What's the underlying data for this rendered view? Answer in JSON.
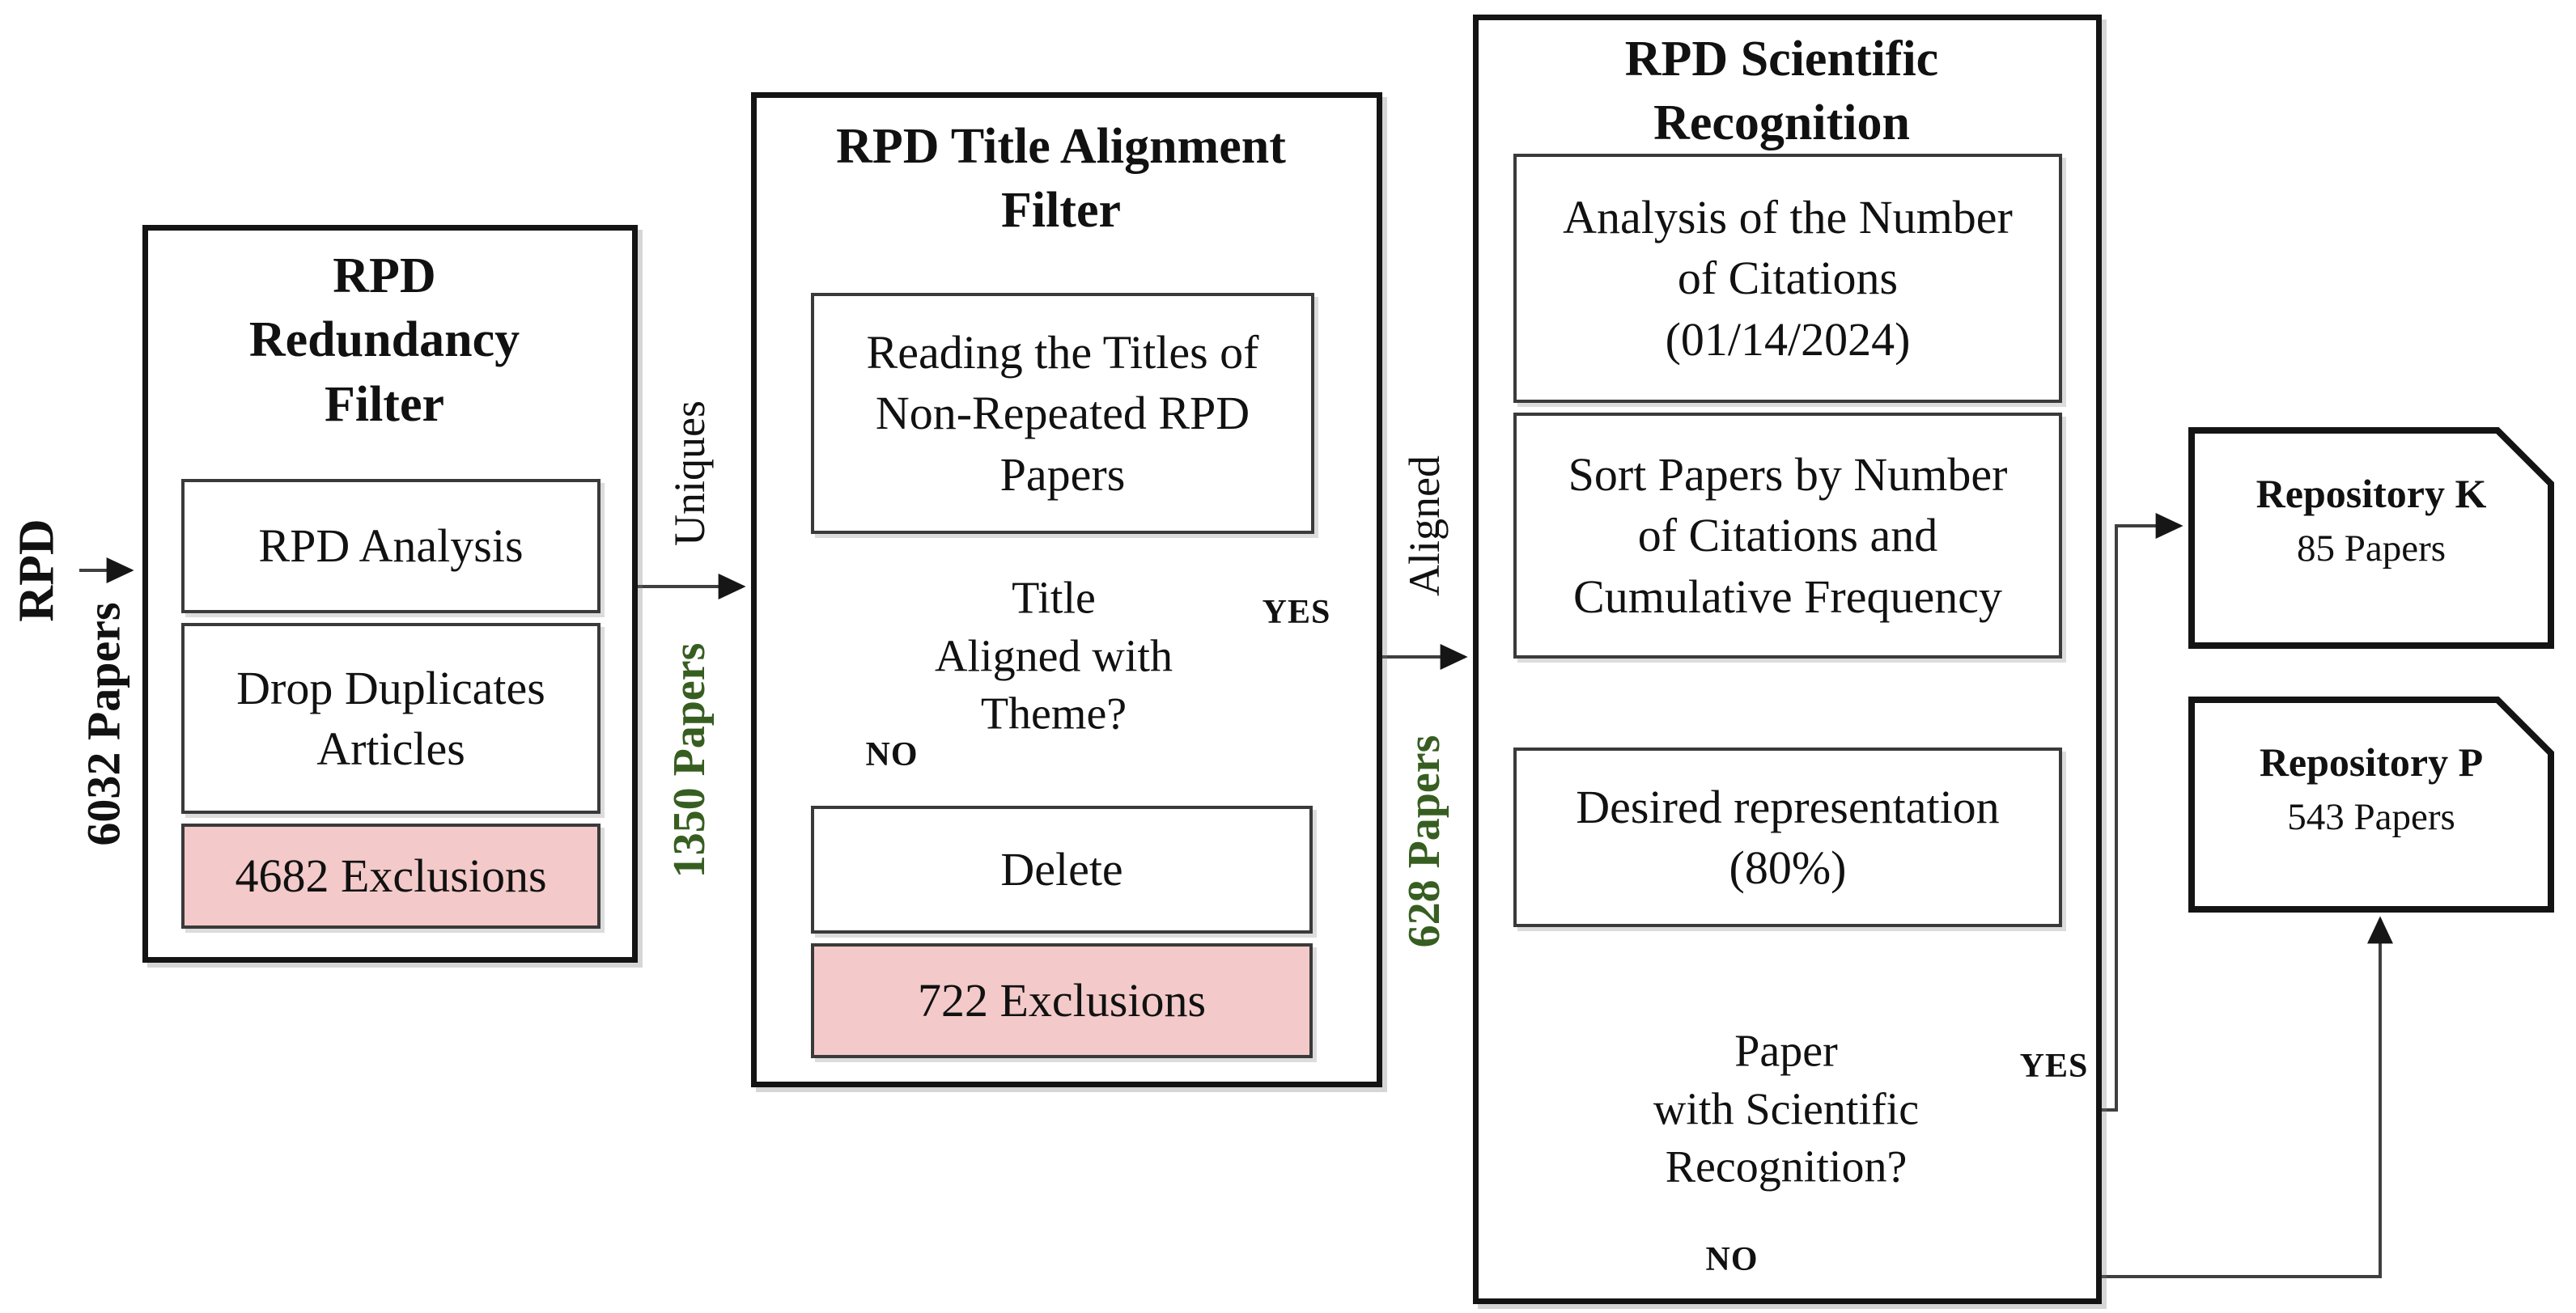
{
  "colors": {
    "exclusion_pink": "#f3c9c9",
    "count_green": "#375e21",
    "line_gray": "#3f3f3f",
    "border_black": "#141414"
  },
  "source": {
    "label": "RPD",
    "count": "6032 Papers"
  },
  "flow1": {
    "label": "Uniques",
    "count": "1350 Papers"
  },
  "flow2": {
    "label": "Aligned",
    "count": "628 Papers"
  },
  "redundancy_filter": {
    "title_lines": [
      "RPD",
      "Redundancy",
      "Filter"
    ],
    "analysis": "RPD Analysis",
    "drop_lines": [
      "Drop Duplicates",
      "Articles"
    ],
    "exclusions": "4682 Exclusions"
  },
  "title_filter": {
    "title_lines": [
      "RPD Title Alignment",
      "Filter"
    ],
    "reading_lines": [
      "Reading the Titles of",
      "Non-Repeated RPD",
      "Papers"
    ],
    "decision_lines": [
      "Title",
      "Aligned with",
      "Theme?"
    ],
    "yes": "YES",
    "no": "NO",
    "delete": "Delete",
    "exclusions": "722 Exclusions"
  },
  "recognition": {
    "title_lines": [
      "RPD Scientific",
      "Recognition"
    ],
    "analysis_lines": [
      "Analysis of the Number",
      "of Citations",
      "(01/14/2024)"
    ],
    "sort_lines": [
      "Sort Papers by Number",
      "of Citations and",
      "Cumulative Frequency"
    ],
    "desired_lines": [
      "Desired representation",
      "(80%)"
    ],
    "decision_lines": [
      "Paper",
      "with Scientific",
      "Recognition?"
    ],
    "yes": "YES",
    "no": "NO"
  },
  "repo_k": {
    "title": "Repository K",
    "count": "85 Papers"
  },
  "repo_p": {
    "title": "Repository P",
    "count": "543 Papers"
  }
}
